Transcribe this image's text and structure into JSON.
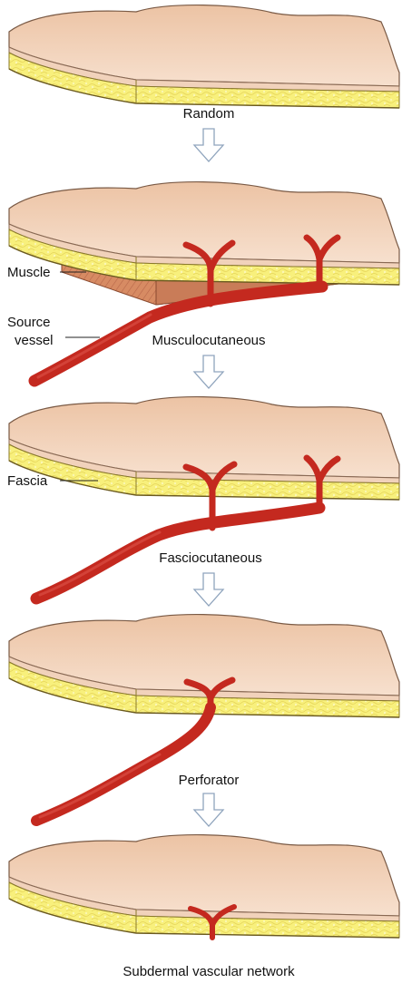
{
  "panels": [
    {
      "caption": "Random"
    },
    {
      "caption": "Musculocutaneous",
      "labels": {
        "muscle": "Muscle",
        "source_line1": "Source",
        "source_line2": "vessel"
      }
    },
    {
      "caption": "Fasciocutaneous",
      "labels": {
        "fascia": "Fascia"
      }
    },
    {
      "caption": "Perforator"
    },
    {
      "caption": "Subdermal vascular network"
    }
  ],
  "colors": {
    "skin": "#f3d3b9",
    "fat": "#f7ef7a",
    "vessel": "#c4291f",
    "muscle": "#d9906a",
    "arrow": "#8fa4bd"
  },
  "icons": [
    "down-arrow-icon"
  ]
}
